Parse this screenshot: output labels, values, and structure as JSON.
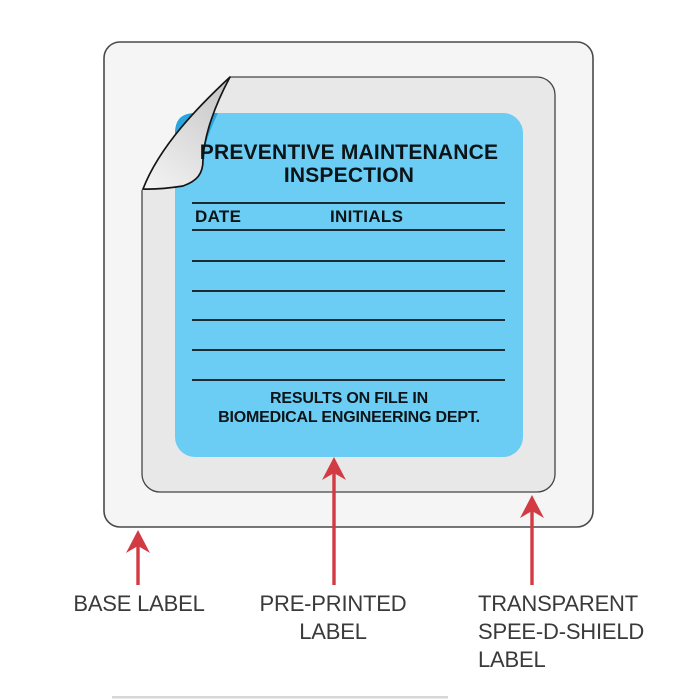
{
  "illustration": {
    "label_title": "PREVENTIVE MAINTENANCE\nINSPECTION",
    "field_date": "DATE",
    "field_initials": "INITIALS",
    "label_footer": "RESULTS ON FILE IN\nBIOMEDICAL ENGINEERING DEPT.",
    "blank_write_lines": 5,
    "colors": {
      "preprinted_blue": "#6bcdf3",
      "exposed_blue": "#2aa6de",
      "base_fill": "#f5f5f5",
      "shield_fill": "#e8e8e8",
      "outline": "#4a4a4a",
      "rule_line": "#1c2b33",
      "arrow_red": "#d23b44",
      "annotation_text": "#3a3a3a"
    }
  },
  "callouts": [
    {
      "label": "BASE LABEL"
    },
    {
      "label": "PRE-PRINTED\nLABEL"
    },
    {
      "label": "TRANSPARENT\nSPEE-D-SHIELD\nLABEL"
    }
  ]
}
